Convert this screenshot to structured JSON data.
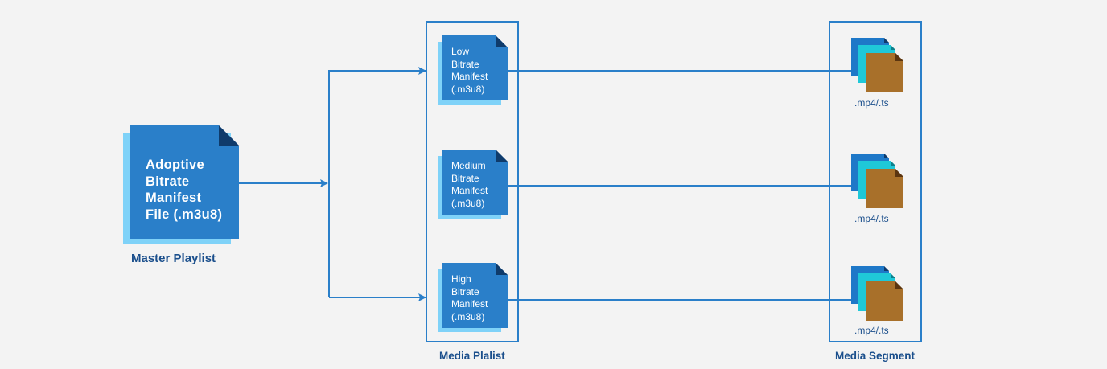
{
  "master": {
    "file_text": "Adoptive\nBitrate\nManifest\nFile (.m3u8)",
    "caption": "Master Playlist"
  },
  "media_playlist": {
    "caption": "Media Plalist",
    "items": [
      {
        "text": "Low\nBitrate\nManifest\n(.m3u8)"
      },
      {
        "text": "Medium\nBitrate\nManifest\n(.m3u8)"
      },
      {
        "text": "High\nBitrate\nManifest\n(.m3u8)"
      }
    ]
  },
  "media_segment": {
    "caption": "Media Segment",
    "items": [
      {
        "label": ".mp4/.ts"
      },
      {
        "label": ".mp4/.ts"
      },
      {
        "label": ".mp4/.ts"
      }
    ]
  },
  "colors": {
    "background": "#f3f3f3",
    "doc_blue": "#2a7fc9",
    "doc_shadow": "#7fd2f8",
    "fold_dark": "#0f3b6b",
    "arrow": "#2a7fc9",
    "box_border": "#2a7fc9",
    "caption": "#1b4f8c",
    "seg_back": "#1e78c8",
    "seg_mid": "#1fc8d8",
    "seg_front": "#a8702a",
    "seg_fold_dark": "#5b3510"
  }
}
